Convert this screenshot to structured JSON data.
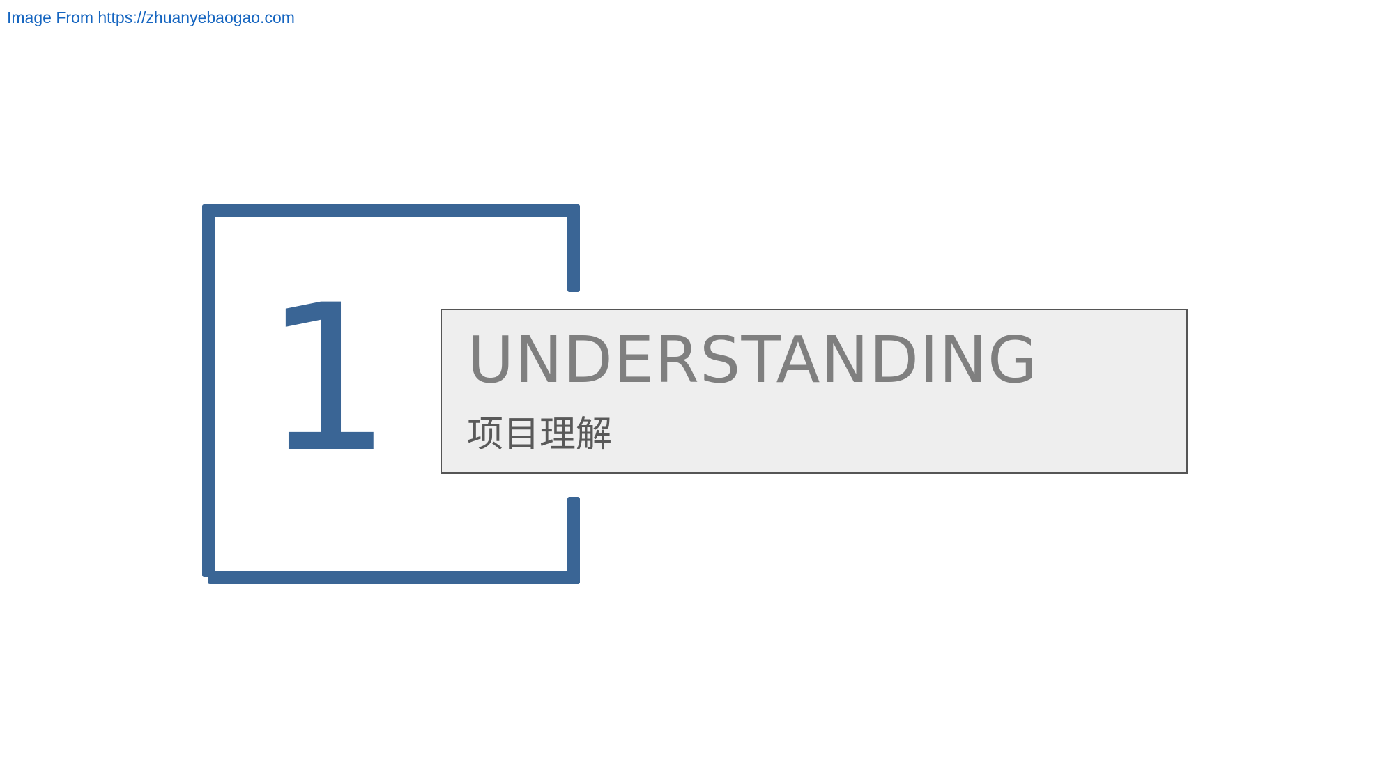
{
  "source": {
    "text": "Image From https://zhuanyebaogao.com"
  },
  "section": {
    "number": "1",
    "title_en": "UNDERSTANDING",
    "title_cn": "项目理解"
  },
  "colors": {
    "accent": "#3a6595",
    "title_box_bg": "#eeeeee",
    "title_text": "#7f7f7f",
    "subtitle_text": "#595959",
    "link": "#1565c0"
  }
}
